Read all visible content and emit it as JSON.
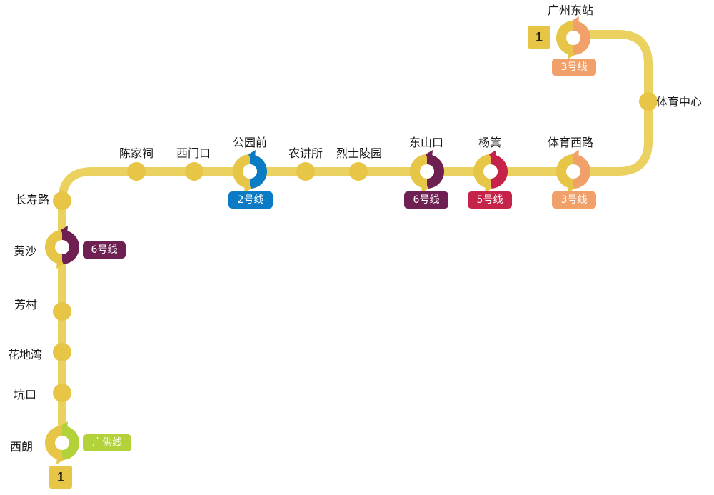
{
  "colors": {
    "line1": "#ead160",
    "dot": "#e6c547",
    "line2": "#0a7bc4",
    "line3": "#f1a06a",
    "line5": "#c5234a",
    "line6": "#6e2052",
    "guangfo": "#b3d23a"
  },
  "line_number": "1",
  "stations": [
    {
      "id": "xilang",
      "name": "西朗"
    },
    {
      "id": "kengkou",
      "name": "坑口"
    },
    {
      "id": "huadiwan",
      "name": "花地湾"
    },
    {
      "id": "fangcun",
      "name": "芳村"
    },
    {
      "id": "huangsha",
      "name": "黄沙"
    },
    {
      "id": "changshoulu",
      "name": "长寿路"
    },
    {
      "id": "chenjiaci",
      "name": "陈家祠"
    },
    {
      "id": "ximenkou",
      "name": "西门口"
    },
    {
      "id": "gongyuanqian",
      "name": "公园前"
    },
    {
      "id": "nongjiangsuo",
      "name": "农讲所"
    },
    {
      "id": "lieshilingyuan",
      "name": "烈士陵园"
    },
    {
      "id": "dongshankou",
      "name": "东山口"
    },
    {
      "id": "yangji",
      "name": "杨箕"
    },
    {
      "id": "tiyuxilu",
      "name": "体育西路"
    },
    {
      "id": "tiyuzhongxin",
      "name": "体育中心"
    },
    {
      "id": "guangzhoudongzhan",
      "name": "广州东站"
    }
  ],
  "transfers": {
    "xilang": {
      "label": "广佛线",
      "color_key": "guangfo"
    },
    "huangsha": {
      "label": "6号线",
      "color_key": "line6"
    },
    "gongyuanqian": {
      "label": "2号线",
      "color_key": "line2"
    },
    "dongshankou": {
      "label": "6号线",
      "color_key": "line6"
    },
    "yangji": {
      "label": "5号线",
      "color_key": "line5"
    },
    "tiyuxilu": {
      "label": "3号线",
      "color_key": "line3"
    },
    "guangzhoudongzhan": {
      "label": "3号线",
      "color_key": "line3"
    }
  }
}
